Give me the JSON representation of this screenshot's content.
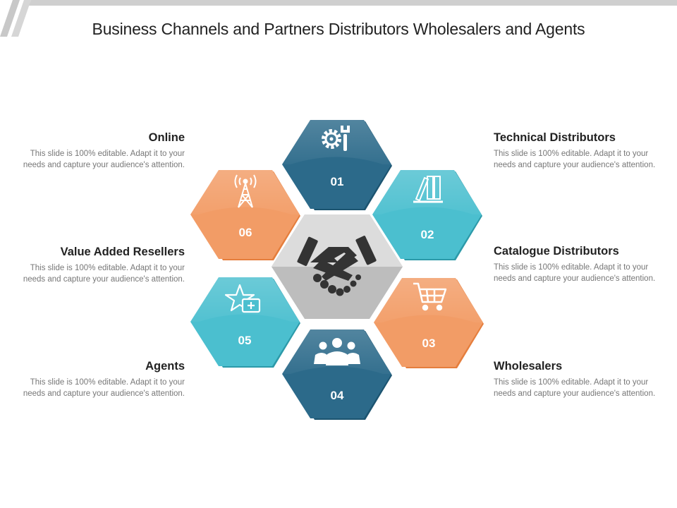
{
  "title": "Business Channels and Partners Distributors Wholesalers and Agents",
  "colors": {
    "dark_blue": "#2c6a8a",
    "light_blue": "#4bbfcf",
    "orange": "#f29c66",
    "center_gray": "#d4d4d4",
    "icon_dark": "#333333"
  },
  "center": {
    "icon": "handshake-icon"
  },
  "hexagons": [
    {
      "number": "01",
      "icon": "gear-wrench-icon",
      "color": "dark_blue"
    },
    {
      "number": "02",
      "icon": "books-icon",
      "color": "light_blue"
    },
    {
      "number": "03",
      "icon": "shopping-cart-icon",
      "color": "orange"
    },
    {
      "number": "04",
      "icon": "team-icon",
      "color": "dark_blue"
    },
    {
      "number": "05",
      "icon": "star-medical-icon",
      "color": "light_blue"
    },
    {
      "number": "06",
      "icon": "antenna-tower-icon",
      "color": "orange"
    }
  ],
  "items": [
    {
      "title": "Online",
      "text": "This slide is 100% editable. Adapt it to your needs and capture your audience's attention."
    },
    {
      "title": "Value Added Resellers",
      "text": "This slide is 100% editable. Adapt it to your needs and capture your audience's attention."
    },
    {
      "title": "Agents",
      "text": "This slide is 100% editable. Adapt it to your needs and capture your audience's attention."
    },
    {
      "title": "Technical Distributors",
      "text": "This slide is 100% editable. Adapt it to your needs and capture your audience's attention."
    },
    {
      "title": "Catalogue Distributors",
      "text": "This slide is 100% editable. Adapt it to your needs and capture your audience's attention."
    },
    {
      "title": "Wholesalers",
      "text": "This slide is 100% editable. Adapt it to your needs and capture your audience's attention."
    }
  ]
}
